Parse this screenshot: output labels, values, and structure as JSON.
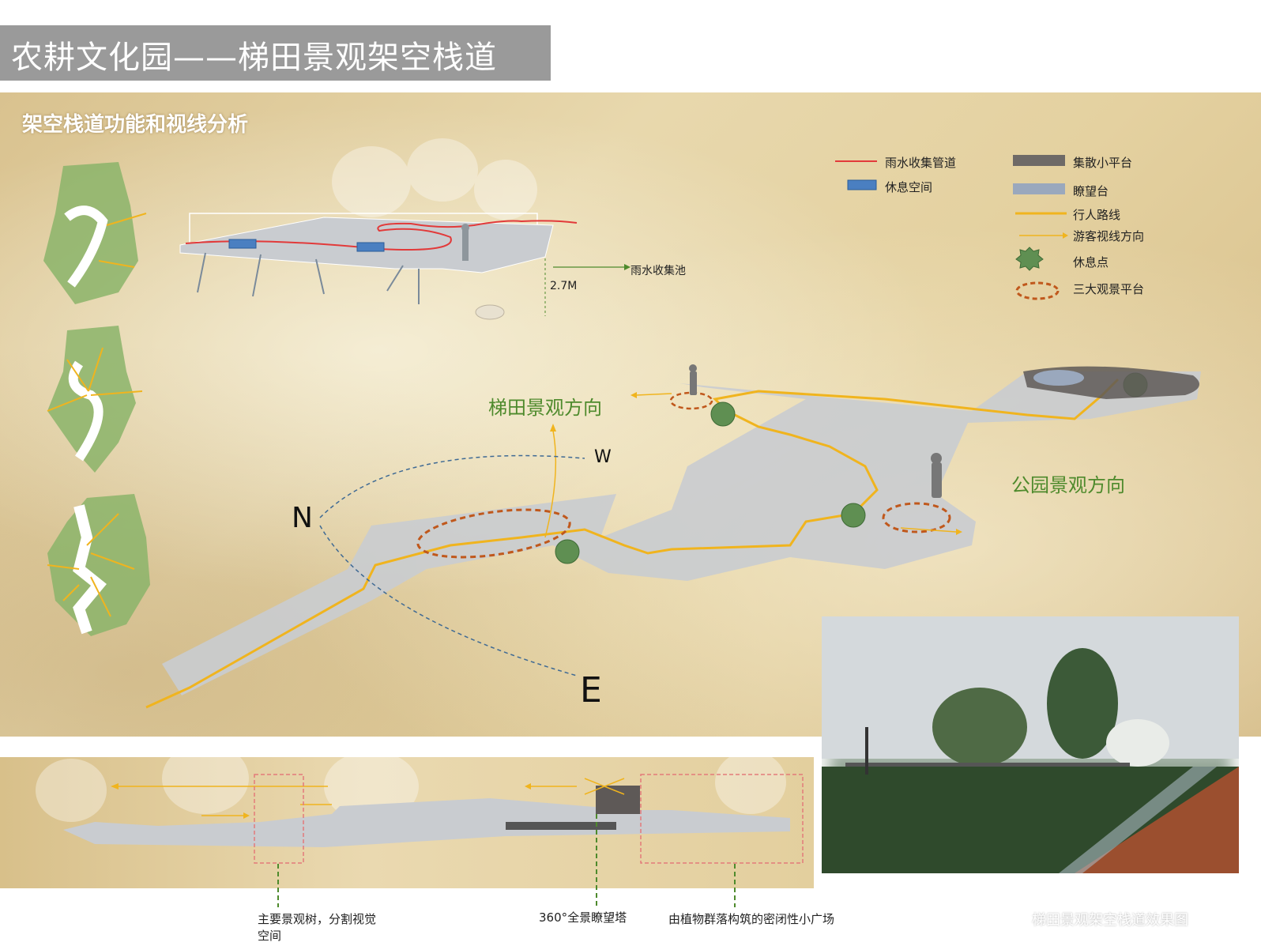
{
  "title": "农耕文化园——梯田景观架空栈道",
  "section_title": "架空栈道功能和视线分析",
  "legend": {
    "rain_pipe": "雨水收集管道",
    "rest_space": "休息空间",
    "gather_platform": "集散小平台",
    "lookout": "瞭望台",
    "pedestrian_route": "行人路线",
    "sightline": "游客视线方向",
    "rest_point": "休息点",
    "three_platforms": "三大观景平台"
  },
  "section_labels": {
    "rain_pool": "雨水收集池",
    "height": "2.7M"
  },
  "plan_labels": {
    "terrace_direction": "梯田景观方向",
    "park_direction": "公园景观方向",
    "compass_w": "W",
    "compass_n": "N",
    "compass_e": "E"
  },
  "elevation_labels": {
    "main_tree": "主要景观树，分割视觉空间",
    "tower": "360°全景瞭望塔",
    "plaza": "由植物群落构筑的密闭性小广场"
  },
  "photo_caption": "梯田景观架空栈道效果图",
  "colors": {
    "route": "#f0b41e",
    "pipe": "#e23a3a",
    "rest_point": "#5f8f52",
    "platform_ring": "#c0581c",
    "green_text": "#4e8a2c",
    "deck": "#c9ccd0"
  }
}
